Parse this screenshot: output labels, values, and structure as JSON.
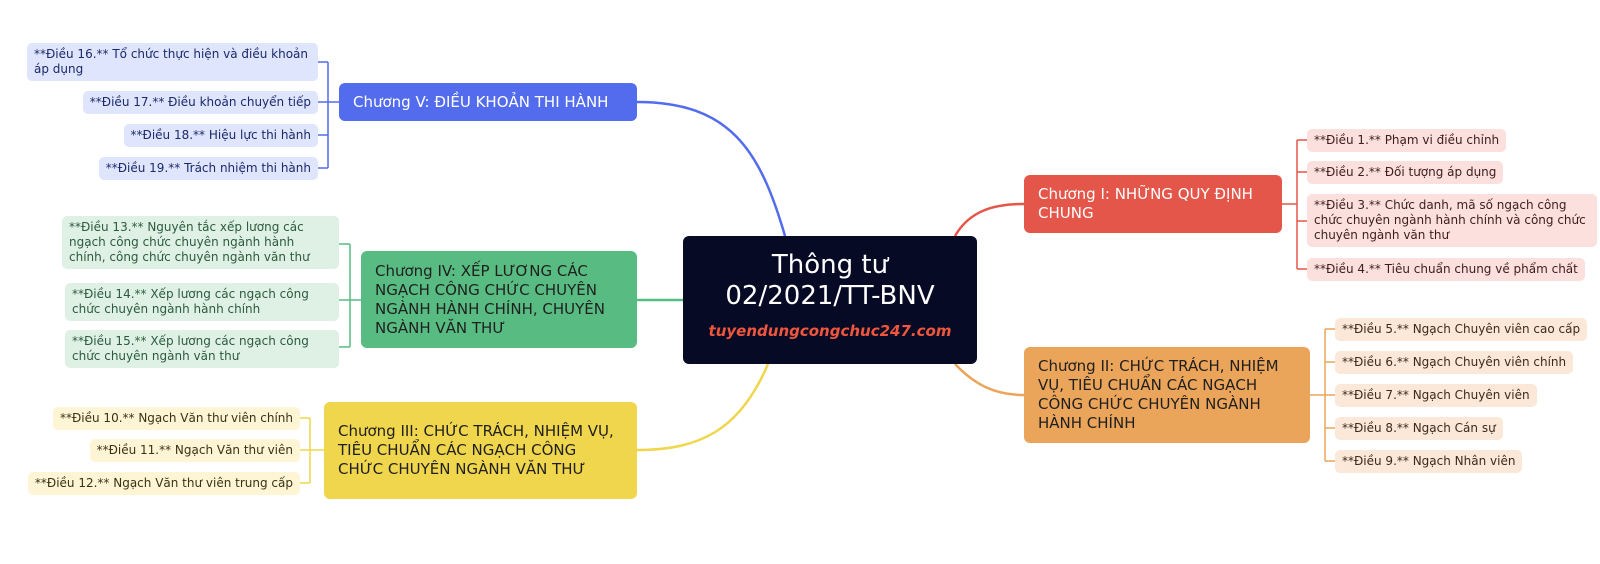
{
  "center": {
    "title_line1": "Thông tư",
    "title_line2": "02/2021/TT-BNV",
    "website": "tuyendungcongchuc247.com"
  },
  "colors": {
    "center": "#070a25",
    "chapter1": "#e5564a",
    "chapter2": "#eba55a",
    "chapter3": "#f0d64d",
    "chapter4": "#58bc82",
    "chapter5": "#536cee",
    "website": "#f0563d"
  },
  "chapters": [
    {
      "label": "Chương I: NHỮNG QUY ĐỊNH CHUNG",
      "articles": [
        "**Điều 1.** Phạm vi điều chỉnh",
        "**Điều 2.** Đối tượng áp dụng",
        "**Điều 3.** Chức danh, mã số ngạch công chức chuyên ngành hành chính và công chức chuyên ngành văn thư",
        "**Điều 4.** Tiêu chuẩn chung về phẩm chất"
      ]
    },
    {
      "label": "Chương II: CHỨC TRÁCH, NHIỆM VỤ, TIÊU CHUẨN CÁC NGẠCH CÔNG CHỨC CHUYÊN NGÀNH HÀNH CHÍNH",
      "articles": [
        "**Điều 5.** Ngạch Chuyên viên cao cấp",
        "**Điều 6.** Ngạch Chuyên viên chính",
        "**Điều 7.** Ngạch Chuyên viên",
        "**Điều 8.** Ngạch Cán sự",
        "**Điều 9.** Ngạch Nhân viên"
      ]
    },
    {
      "label": "Chương III: CHỨC TRÁCH, NHIỆM VỤ, TIÊU CHUẨN CÁC NGẠCH CÔNG CHỨC CHUYÊN NGÀNH VĂN THƯ",
      "articles": [
        "**Điều 10.** Ngạch Văn thư viên chính",
        "**Điều 11.** Ngạch Văn thư viên",
        "**Điều 12.** Ngạch Văn thư viên trung cấp"
      ]
    },
    {
      "label": "Chương IV: XẾP LƯƠNG CÁC NGẠCH CÔNG CHỨC CHUYÊN NGÀNH HÀNH CHÍNH, CHUYÊN NGÀNH VĂN THƯ",
      "articles": [
        "**Điều 13.** Nguyên tắc xếp lương các ngạch công chức chuyên ngành hành chính, công chức chuyên ngành văn thư",
        "**Điều 14.** Xếp lương các ngạch công chức chuyên ngành hành chính",
        "**Điều 15.** Xếp lương các ngạch công chức chuyên ngành văn thư"
      ]
    },
    {
      "label": "Chương V: ĐIỀU KHOẢN THI HÀNH",
      "articles": [
        "**Điều 16.** Tổ chức thực hiện và điều khoản áp dụng",
        "**Điều 17.** Điều khoản chuyển tiếp",
        "**Điều 18.** Hiệu lực thi hành",
        "**Điều 19.** Trách nhiệm thi hành"
      ]
    }
  ]
}
